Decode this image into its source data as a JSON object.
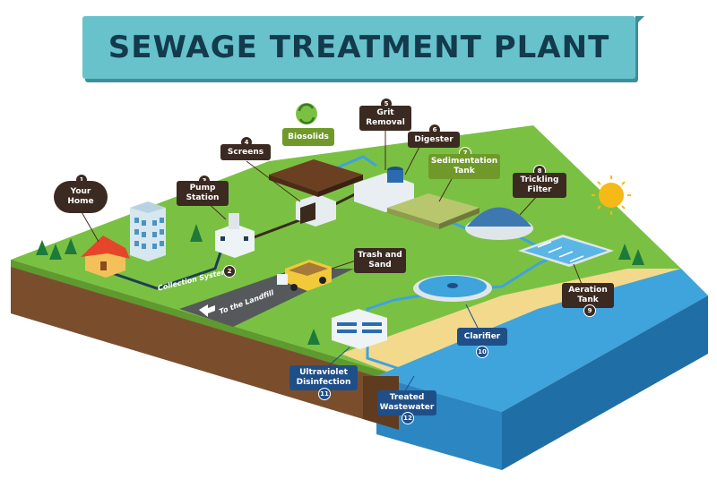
{
  "title": "SEWAGE TREATMENT PLANT",
  "labels": {
    "your_home": "Your\nHome",
    "collection_system": "Collection System",
    "pump_station": "Pump\nStation",
    "screens": "Screens",
    "biosolids": "Biosolids",
    "grit_removal": "Grit\nRemoval",
    "digester": "Digester",
    "sedimentation_tank": "Sedimentation\nTank",
    "trickling_filter": "Trickling\nFilter",
    "trash_and_sand": "Trash and\nSand",
    "to_the_landfill": "To the Landfill",
    "aeration_tank": "Aeration\nTank",
    "clarifier": "Clarifier",
    "ultraviolet_disinfection": "Ultraviolet\nDisinfection",
    "treated_wastewater": "Treated\nWastewater"
  },
  "numbers": {
    "n1": "1",
    "n2": "2",
    "n3": "3",
    "n4": "4",
    "n5": "5",
    "n6": "6",
    "n7": "7",
    "n8": "8",
    "n9": "9",
    "n10": "10",
    "n11": "11",
    "n12": "12"
  },
  "colors": {
    "grass": "#7ac143",
    "soil": "#7a4e2d",
    "water": "#3fa3dc",
    "banner": "#67c2cc",
    "title_text": "#133a4d",
    "label_brown": "#4a2b1a",
    "label_green": "#6f9a2a",
    "label_blue": "#1f4f88"
  },
  "icons": [
    "sun-icon",
    "recycle-icon",
    "tree-icon",
    "house-icon",
    "truck-icon",
    "arrow-left-icon"
  ]
}
